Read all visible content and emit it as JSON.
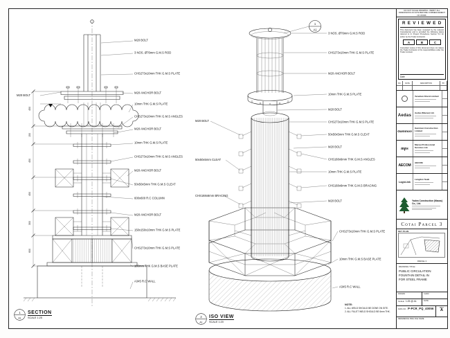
{
  "sheet": {
    "top_note": "DO NOT SCALE DRAWING. VERIFY ALL DIMENSIONS ON SITE BEFORE COMMENCEMENT OF WORK."
  },
  "section": {
    "title": "SECTION",
    "scale": "SCALE 1:25",
    "marker_no": "1",
    "marker_sheet": "A1",
    "left_label": "M20 BOLT",
    "dims": [
      "450",
      "150",
      "450",
      "450",
      "300",
      "600"
    ],
    "annotations": [
      "M20 BOLT",
      "3 NOS. Ø76mm G.M.S ROD",
      "CHS273x10mm THK G.M.S PLATE",
      "M20 ANCHOR BOLT",
      "10mm THK G.M.S PLATE",
      "CHS273x10mm THK G.M.S ANGLES",
      "M20 ANCHOR BOLT",
      "10mm THK G.M.S PLATE",
      "CHS273x10mm THK G.M.S ANGLES",
      "M20 ANCHOR BOLT",
      "50x50x5mm THK G.M.S CLEAT",
      "600x600 R.C COLUMN",
      "M20 ANCHOR BOLT",
      "150x150x10mm THK G.M.S PLATE",
      "CHS273x10mm THK G.M.S PLATE",
      "100mm THK G.M.S BASE PLATE",
      "A345 R.C WALL"
    ]
  },
  "iso": {
    "title": "ISO VIEW",
    "scale": "SCALE 1:20",
    "marker_no": "2",
    "marker_sheet": "A1",
    "balloon_top": "1",
    "balloon_bottom": "A1",
    "left_labels": [
      "M20 BOLT",
      "50x50x5mm CLEAT",
      "CHS168x6mm BRACING"
    ],
    "annotations": [
      "3 NOS. Ø76mm G.M.S ROD",
      "CHS273x10mm THK G.M.S PLATE",
      "M20 ANCHOR BOLT",
      "10mm THK G.M.S PLATE",
      "M20 BOLT",
      "CHS273x10mm THK G.M.S PLATE",
      "50x50x5mm THK G.M.S CLEAT",
      "M20 BOLT",
      "CHS168x6mm THK G.M.S ANGLES",
      "10mm THK G.M.S PLATE",
      "CHS168x6mm THK G.M.S BRACING",
      "M20 BOLT",
      "CHS273x10mm THK G.M.S PLATE",
      "10mm THK G.M.S BASE PLATE",
      "A345 R.C WALL"
    ]
  },
  "notes": {
    "heading": "NOTE:",
    "lines": [
      "1. ALL WELD SHOULD BE DONE ON SITE.",
      "2. ALL FILLET WELD SHOULD BE 6mm THK."
    ]
  },
  "titleblock": {
    "reviewed": {
      "title": "R E V I E W E D",
      "para1": "This document has been reviewed by the relevant Consultant(s) and is provided the following status referred to in Project Procedures Section 5.4 for action by the Trade Contractor.",
      "statuses": [
        "A",
        "B",
        "C"
      ],
      "para2": "Consultant review of this document does not relieve the Trade Contractor of his responsibilities under the Trade Contract.",
      "date_label": "Date"
    },
    "rev_labels": [
      "NO.",
      "DATE",
      "DESCRIPTION",
      "BY"
    ],
    "parties": [
      {
        "logo": "",
        "name": "Venetian Orient Limited"
      },
      {
        "logo": "Aedas",
        "name": "Aedas (Macau) Ltd."
      },
      {
        "logo": "Gammon",
        "name": "Gammon Construction Limited"
      },
      {
        "logo": "mps",
        "name": "Macau Professional Services Ltd."
      },
      {
        "logo": "AECOM",
        "name": "AECOM"
      },
      {
        "logo": "LogicLink",
        "name": "Langdon Seah"
      }
    ],
    "contractor": {
      "name": "Yadea Construction (Macau) Co., Ltd."
    },
    "project": "Cotai Parcel 3",
    "keyplan": {
      "label": "KEY PLAN",
      "caption": "PARCEL 3"
    },
    "drawing_title": {
      "label": "DRAWING TITLE :",
      "lines": [
        "PUBLIC CIRCULATION",
        "FOUNTAIN DETAIL IN",
        "FOR STEEL FRAME"
      ]
    },
    "fields": {
      "drawn": "DRAWN",
      "chkd": "CHKD",
      "scale_label": "SCALE",
      "scale_value": "1:25 @ A1",
      "date": "DATE",
      "dwg_label": "DWG NO.",
      "dwg_value": "P-PCR_PQ_40056",
      "rev_label": "REV",
      "rev_value": "A",
      "ref": "REFERENCE DWG FILE NAME"
    }
  }
}
